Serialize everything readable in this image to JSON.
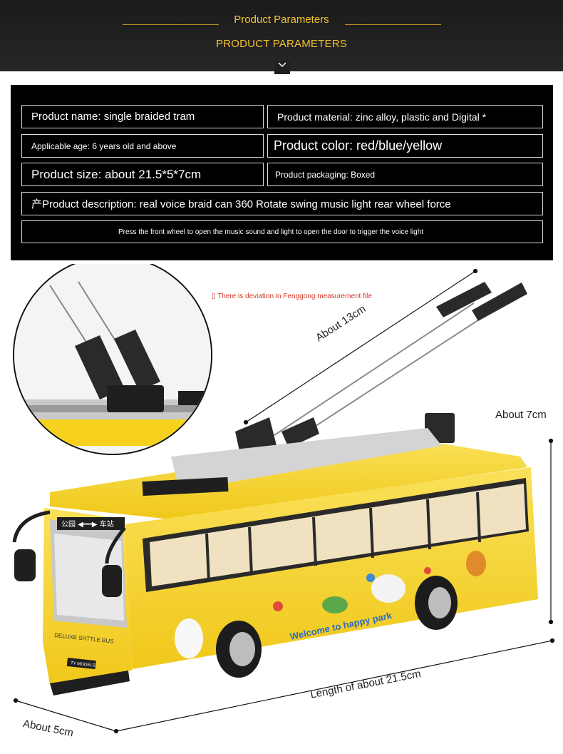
{
  "header": {
    "title": "Product Parameters",
    "subtitle": "PRODUCT PARAMETERS",
    "expand_icon": "chevron-down-icon"
  },
  "params": {
    "name": "Product name: single braided tram",
    "material": "Product material: zinc alloy, plastic and Digital *",
    "age": "Applicable age: 6 years old and above",
    "color": "Product color: red/blue/yellow",
    "size": "Product size: about 21.5*5*7cm",
    "packaging": "Product packaging: Boxed",
    "description": "产Product description: real voice braid can 360 Rotate swing music light rear wheel force",
    "instruction": "Press the front wheel to open the music sound and light to open the door to trigger the voice light"
  },
  "figure": {
    "note": "▯ There is deviation in Fenggong measurement file",
    "pole_length": "About 13cm",
    "height": "About 7cm",
    "length": "Length of about 21.5cm",
    "width": "About 5cm",
    "bus_sign": "公园 ◀━━▶ 车站",
    "bus_logo": "DELUXE SHTTLE BUS",
    "bus_brand": "TY MODELS",
    "bus_slogan": "Welcome to happy park"
  },
  "colors": {
    "header_bg": "#1b1b1b",
    "accent": "#f2c230",
    "bus_yellow": "#f6d21e",
    "note_red": "#d23a2a"
  }
}
